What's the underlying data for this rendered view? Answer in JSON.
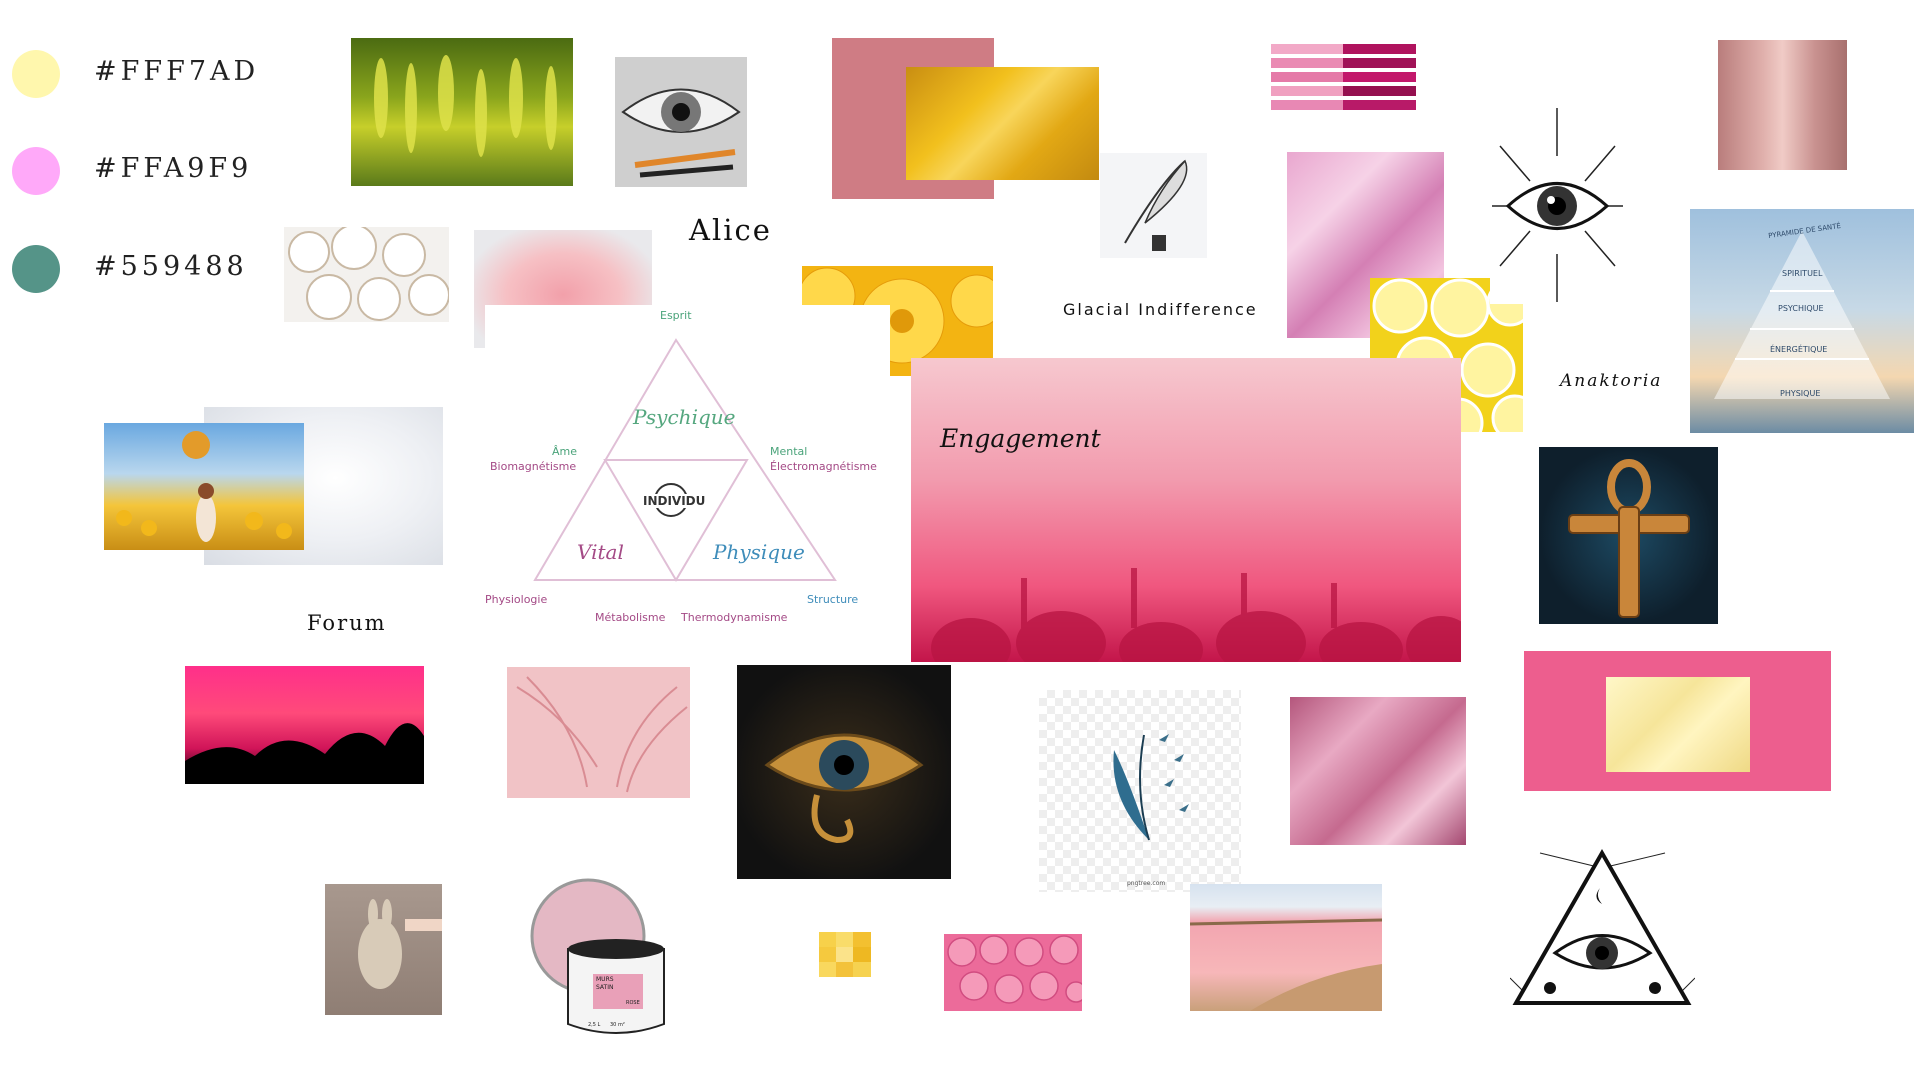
{
  "palette": [
    {
      "code": "#FFF7AD",
      "color": "#FFF7AD"
    },
    {
      "code": "#FFA9F9",
      "color": "#FFA9F9"
    },
    {
      "code": "#559488",
      "color": "#559488"
    }
  ],
  "fonts": {
    "alice": "Alice",
    "glacial": "Glacial Indifference",
    "engagement": "Engagement",
    "anaktoria": "Anaktoria",
    "forum": "Forum"
  },
  "triangle": {
    "top": "Esprit",
    "left_mid": "Âme",
    "left_mid2": "Biomagnétisme",
    "right_mid": "Mental",
    "right_mid2": "Électromagnétisme",
    "center": "INDIVIDU",
    "upper": "Psychique",
    "lower_left": "Vital",
    "lower_right": "Physique",
    "bottom_left": "Physiologie",
    "bottom_mid1": "Métabolisme",
    "bottom_mid2": "Thermodynamisme",
    "bottom_right": "Structure"
  },
  "pyramid": {
    "title": "PYRAMIDE DE SANTÉ",
    "levels": [
      "SPIRITUEL",
      "PSYCHIQUE",
      "ÉNERGÉTIQUE",
      "PHYSIQUE"
    ]
  },
  "paint_tin": {
    "line1": "MURS",
    "line2": "SATIN",
    "line3": "2,5 L",
    "line4": "30 m²",
    "tag": "ROSE"
  },
  "feather_caption": "pngtree.com"
}
